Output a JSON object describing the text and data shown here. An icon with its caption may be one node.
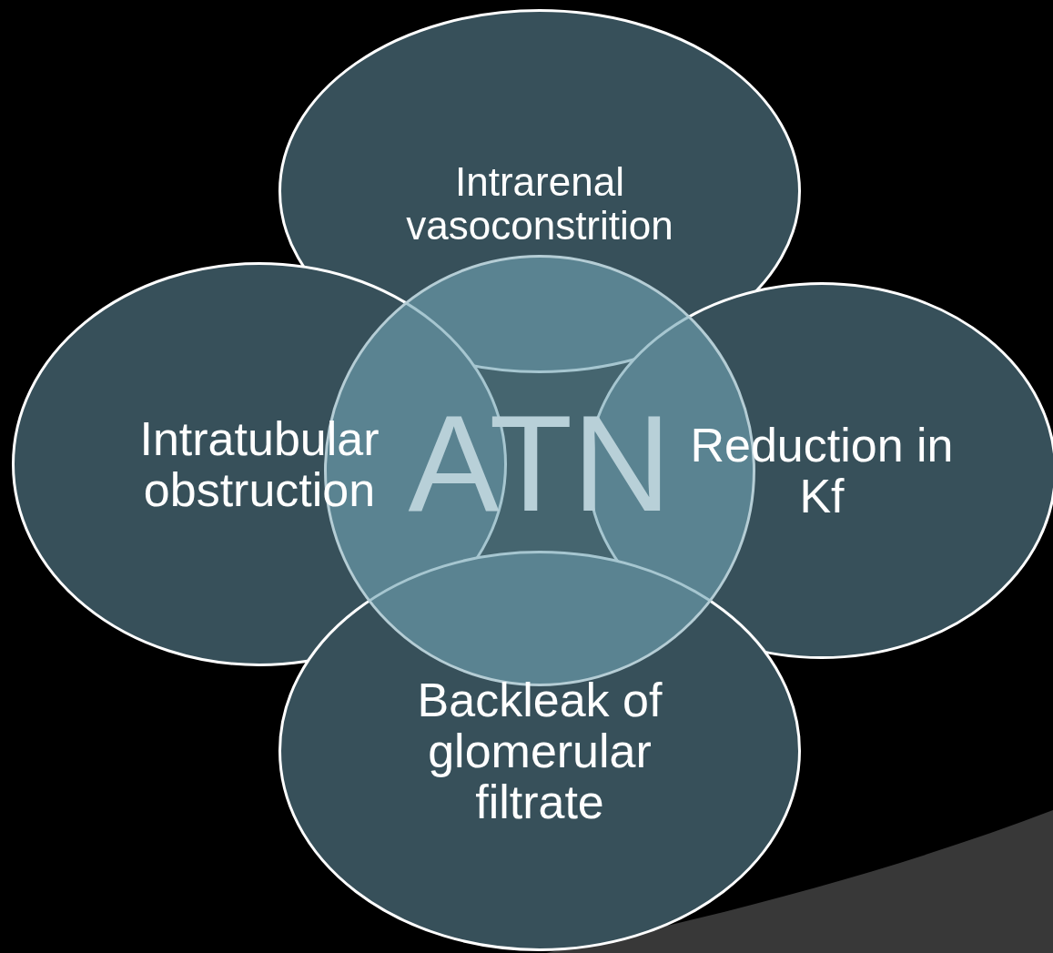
{
  "diagram": {
    "nodes": [
      {
        "text": [
          "Intrarenal vasoconstrition"
        ]
      },
      {
        "text": [
          "Intratubular obstruction"
        ]
      },
      {
        "text": [
          "ATN"
        ]
      },
      {
        "text": [
          "Reduction in Kf"
        ]
      },
      {
        "text": [
          "Backleak of glomerular filtrate"
        ]
      }
    ]
  }
}
